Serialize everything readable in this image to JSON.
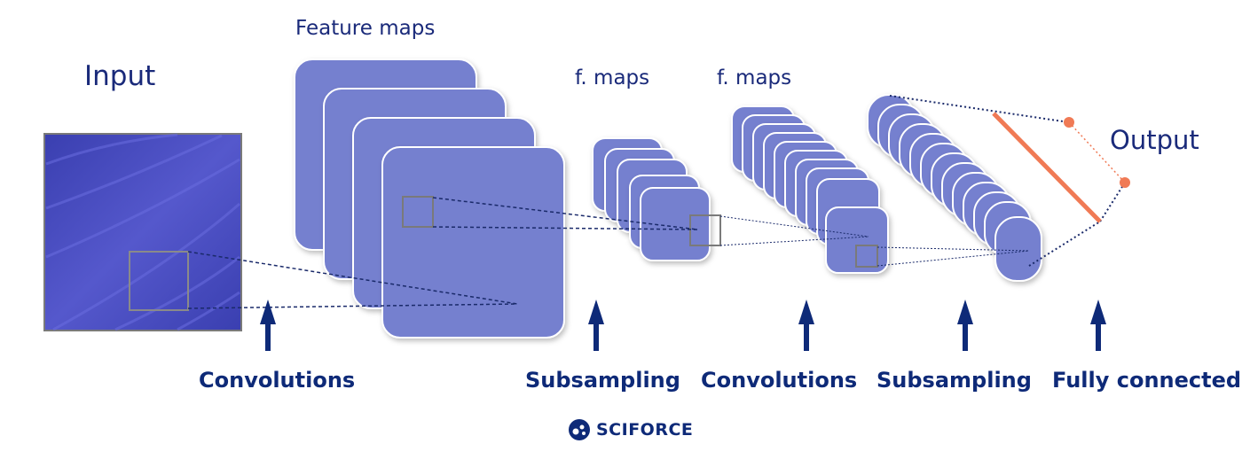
{
  "labels": {
    "input": "Input",
    "feature_maps": "Feature maps",
    "f_maps_1": "f. maps",
    "f_maps_2": "f. maps",
    "output": "Output"
  },
  "stages": [
    {
      "label": "Convolutions"
    },
    {
      "label": "Subsampling"
    },
    {
      "label": "Convolutions"
    },
    {
      "label": "Subsampling"
    },
    {
      "label": "Fully connected"
    }
  ],
  "brand": {
    "name": "SCIFORCE",
    "icon": "sciforce-logo-icon"
  },
  "colors": {
    "map_fill": "#7580cf",
    "input_fill": "#4a4fc0",
    "text": "#1a2a7a",
    "arrow": "#0e2a78",
    "output_line": "#f07a55"
  }
}
